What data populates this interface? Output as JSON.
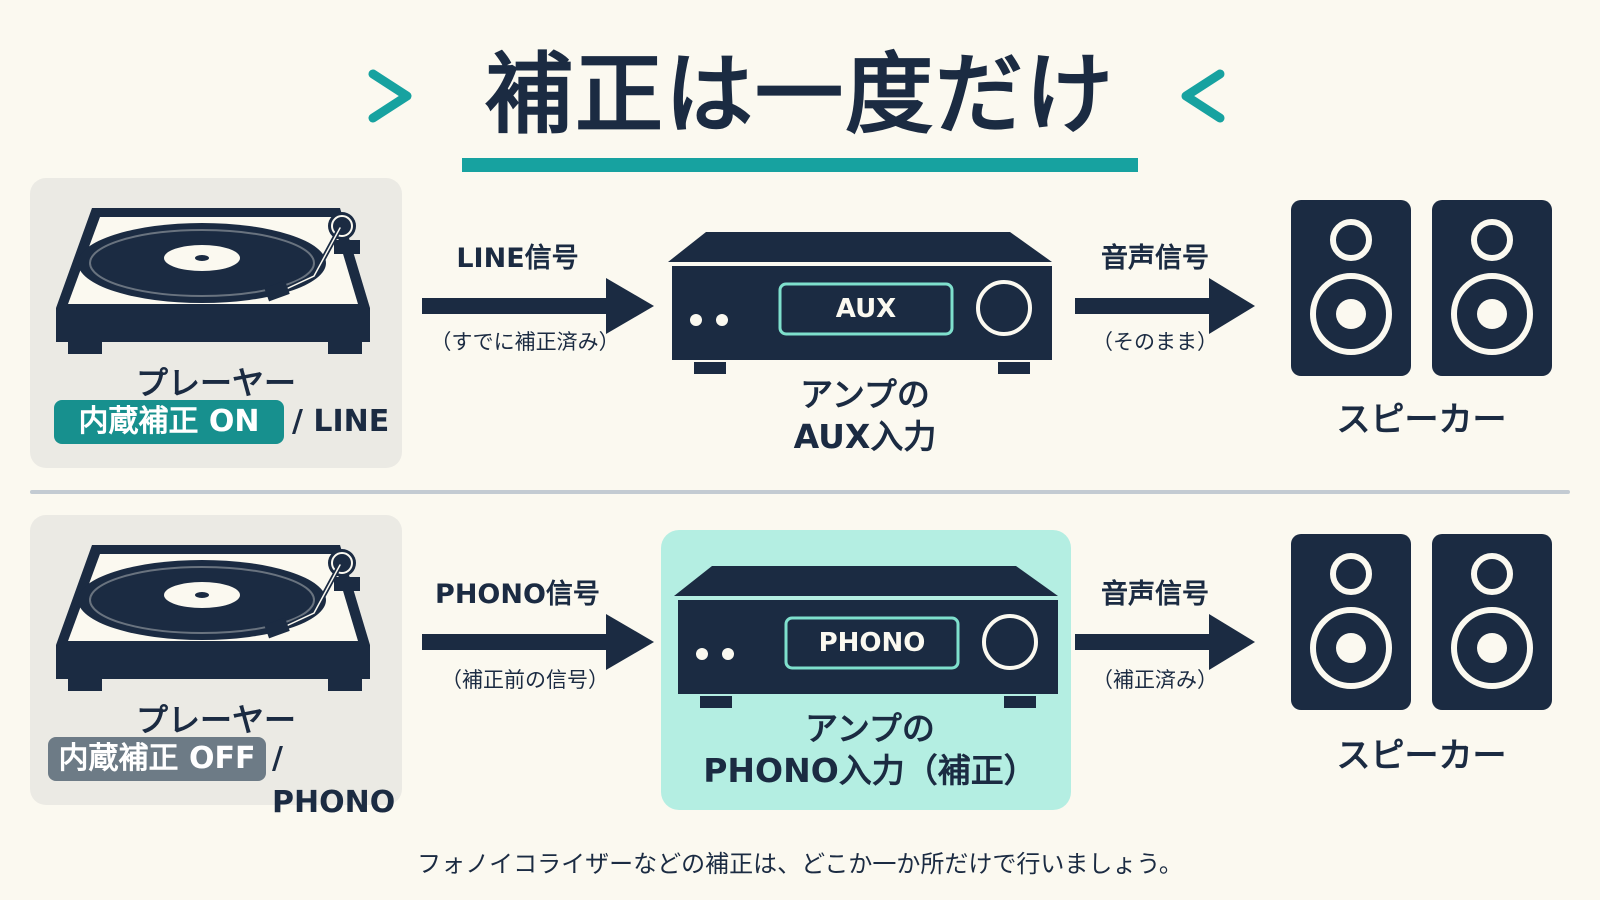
{
  "title": "補正は一度だけ",
  "rows": [
    {
      "player_label": "プレーヤー",
      "player_badge": "内蔵補正 ON",
      "player_badge_suffix": "/ LINE",
      "signal1_label": "LINE信号",
      "signal1_sub": "（すでに補正済み）",
      "amp_display": "AUX",
      "amp_label_line1": "アンプの",
      "amp_label_line2": "AUX入力",
      "signal2_label": "音声信号",
      "signal2_sub": "（そのまま）",
      "speaker_label": "スピーカー"
    },
    {
      "player_label": "プレーヤー",
      "player_badge": "内蔵補正 OFF",
      "player_badge_suffix": "/ PHONO",
      "signal1_label": "PHONO信号",
      "signal1_sub": "（補正前の信号）",
      "amp_display": "PHONO",
      "amp_label_line1": "アンプの",
      "amp_label_line2": "PHONO入力（補正）",
      "signal2_label": "音声信号",
      "signal2_sub": "（補正済み）",
      "speaker_label": "スピーカー"
    }
  ],
  "footer": "フォノイコライザーなどの補正は、どこか一か所だけで行いましょう。",
  "colors": {
    "navy": "#1b2b42",
    "teal": "#17a2a0",
    "badge_on": "#17908e",
    "badge_off": "#6d7b86",
    "highlight": "#b4eee2",
    "background": "#fbf9f0"
  },
  "icons": [
    "turntable-icon",
    "arrow-right-icon",
    "amplifier-icon",
    "speaker-icon",
    "chevron-right-icon",
    "chevron-left-icon"
  ]
}
